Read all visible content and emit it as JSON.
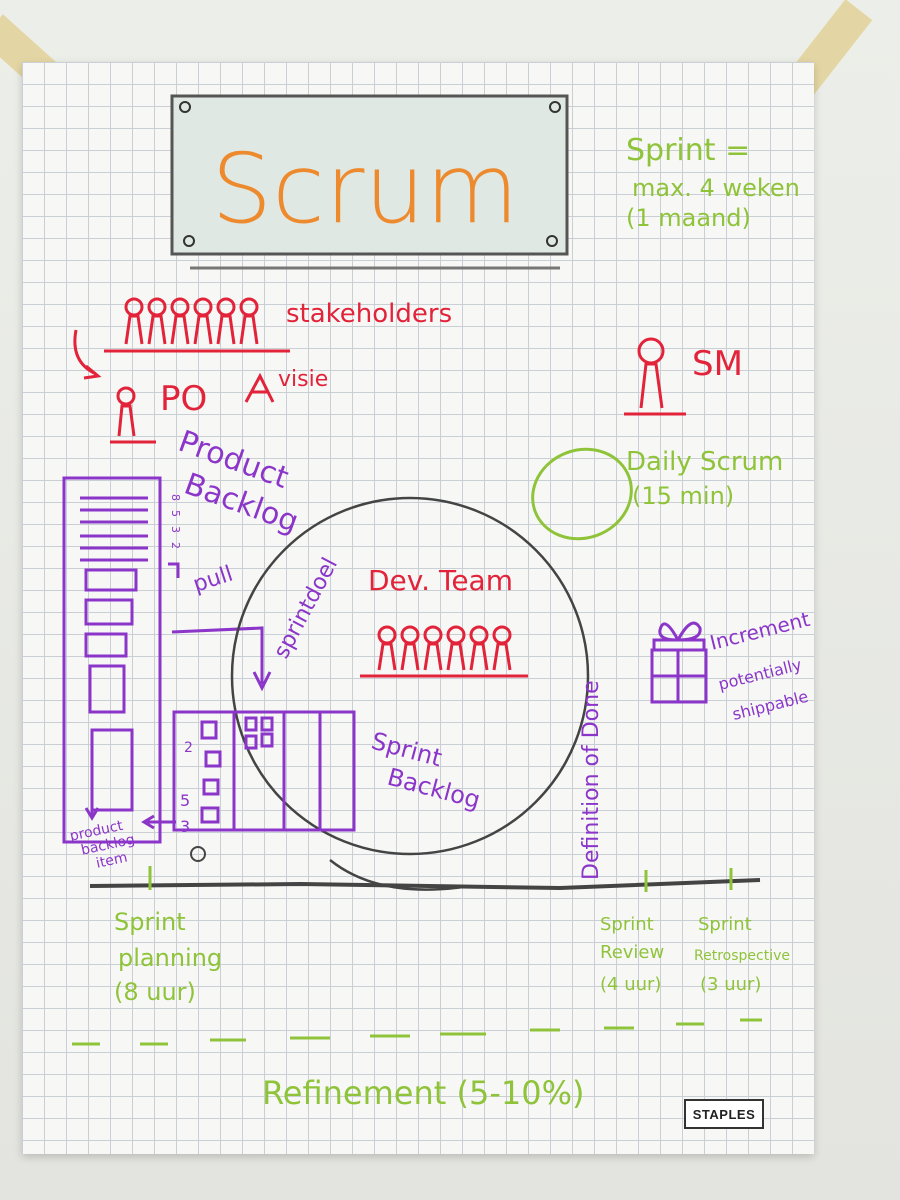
{
  "title": "Scrum",
  "sprint_note": [
    "Sprint =",
    "max. 4 weken",
    "(1 maand)"
  ],
  "labels": {
    "stakeholders": "stakeholders",
    "po": "PO",
    "visie": "visie",
    "sm": "SM",
    "product_backlog": [
      "Product",
      "Backlog"
    ],
    "daily_scrum": [
      "Daily Scrum",
      "(15 min)"
    ],
    "dev_team": "Dev. Team",
    "sprintdoel": "sprintdoel",
    "pull": "pull",
    "increment": [
      "Increment",
      "potentially",
      "shippable"
    ],
    "sprint_backlog": [
      "Sprint",
      "Backlog"
    ],
    "definition_of_done": "Definition of Done",
    "product_backlog_item": [
      "product",
      "backlog",
      "item"
    ],
    "story_points": [
      "2",
      "5",
      "3"
    ],
    "sprint_planning": [
      "Sprint",
      "planning",
      "(8 uur)"
    ],
    "sprint_review": [
      "Sprint",
      "Review",
      "(4 uur)"
    ],
    "sprint_retrospective": [
      "Sprint",
      "Retrospective",
      "(3 uur)"
    ],
    "refinement": "Refinement (5-10%)",
    "brand": "STAPLES"
  },
  "colors": {
    "red": "#e2233a",
    "purple": "#8b35c9",
    "green": "#8fc33a",
    "orange": "#ee8a2e",
    "black": "#333333"
  }
}
